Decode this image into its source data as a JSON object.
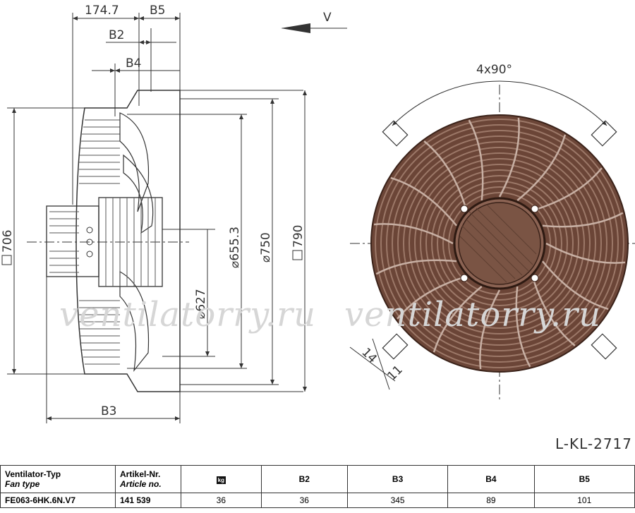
{
  "drawing": {
    "dimensions": {
      "d174": "174.7",
      "b5": "B5",
      "b2": "B2",
      "b4": "B4",
      "b3": "B3",
      "sq706": "706",
      "sq790": "790",
      "dia750": "⌀750",
      "dia655": "⌀655.3",
      "dia627": "⌀627",
      "view": "V",
      "angle": "4x90°",
      "hole14": "14",
      "hole11": "11"
    },
    "drawing_code": "L-KL-2717",
    "watermark": "ventilatorry.ru",
    "colors": {
      "fan": "#7d5a4a",
      "guard_ring": "#6b4537",
      "line": "#333333"
    }
  },
  "table": {
    "headers": {
      "type_de": "Ventilator-Typ",
      "type_en": "Fan type",
      "article_de": "Artikel-Nr.",
      "article_en": "Article no.",
      "kg": "kg",
      "b2": "B2",
      "b3": "B3",
      "b4": "B4",
      "b5": "B5"
    },
    "row": {
      "type": "FE063-6HK.6N.V7",
      "article": "141 539",
      "kg": "36",
      "b2": "36",
      "b3": "345",
      "b4": "89",
      "b5": "101"
    }
  }
}
